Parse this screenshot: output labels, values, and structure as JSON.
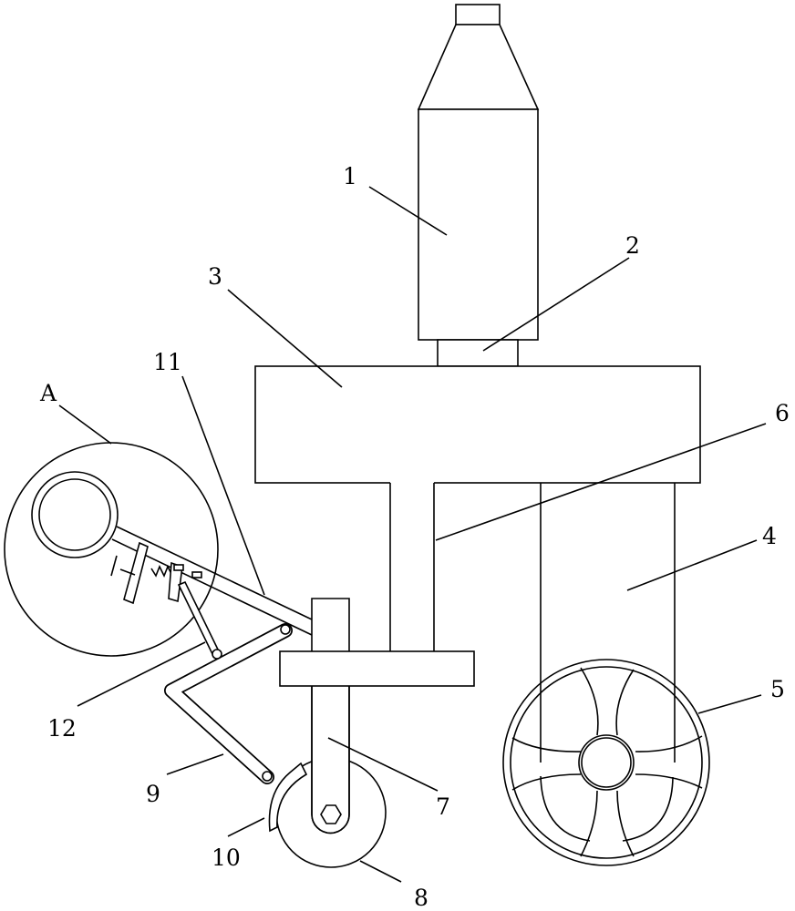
{
  "labels": {
    "l1": "1",
    "l2": "2",
    "l3": "3",
    "l4": "4",
    "l5": "5",
    "l6": "6",
    "l7": "7",
    "l8": "8",
    "l9": "9",
    "l10": "10",
    "l11": "11",
    "l12": "12",
    "lA": "A"
  }
}
